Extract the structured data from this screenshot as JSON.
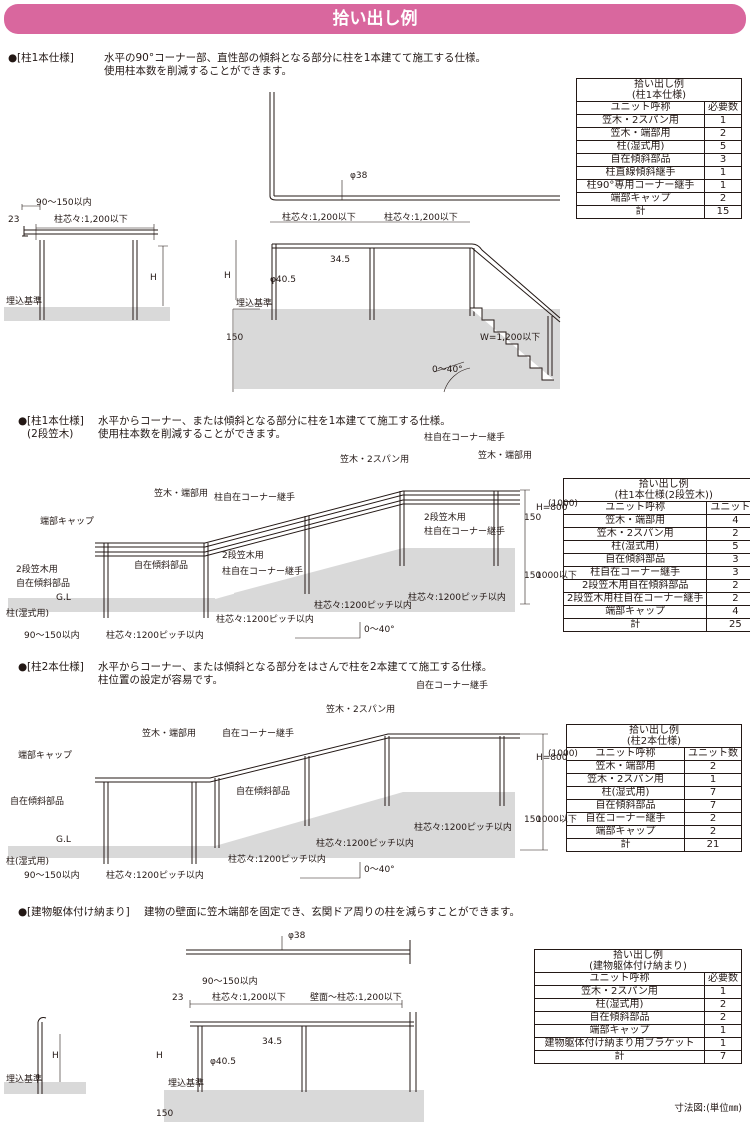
{
  "page_title": "拾い出し例",
  "sections": [
    {
      "tag": "[柱1本仕様]",
      "desc": [
        "水平の90°コーナー部、直性部の傾斜となる部分に柱を1本建てて施工する仕様。",
        "使用柱本数を削減することができます。"
      ],
      "table": {
        "title": [
          "拾い出し例",
          "(柱1本仕様)"
        ],
        "header": [
          "ユニット呼称",
          "必要数"
        ],
        "rows": [
          [
            "笠木・2スパン用",
            "1"
          ],
          [
            "笠木・端部用",
            "2"
          ],
          [
            "柱(湿式用)",
            "5"
          ],
          [
            "自在傾斜部品",
            "3"
          ],
          [
            "柱直線傾斜継手",
            "1"
          ],
          [
            "柱90°専用コーナー継手",
            "1"
          ],
          [
            "端部キャップ",
            "2"
          ]
        ],
        "total": [
          "計",
          "15"
        ]
      }
    },
    {
      "tag": "[柱1本仕様]",
      "tag2": "(2段笠木)",
      "desc": [
        "水平からコーナー、または傾斜となる部分に柱を1本建てて施工する仕様。",
        "使用柱本数を削減することができます。"
      ],
      "table": {
        "title": [
          "拾い出し例",
          "(柱1本仕様(2段笠木))"
        ],
        "header": [
          "ユニット呼称",
          "ユニット数"
        ],
        "rows": [
          [
            "笠木・端部用",
            "4"
          ],
          [
            "笠木・2スパン用",
            "2"
          ],
          [
            "柱(湿式用)",
            "5"
          ],
          [
            "自在傾斜部品",
            "3"
          ],
          [
            "柱自在コーナー継手",
            "3"
          ],
          [
            "2段笠木用自在傾斜部品",
            "2"
          ],
          [
            "2段笠木用柱自在コーナー継手",
            "2"
          ],
          [
            "端部キャップ",
            "4"
          ]
        ],
        "total": [
          "計",
          "25"
        ]
      }
    },
    {
      "tag": "[柱2本仕様]",
      "desc": [
        "水平からコーナー、または傾斜となる部分をはさんで柱を2本建てて施工する仕様。",
        "柱位置の設定が容易です。"
      ],
      "table": {
        "title": [
          "拾い出し例",
          "(柱2本仕様)"
        ],
        "header": [
          "ユニット呼称",
          "ユニット数"
        ],
        "rows": [
          [
            "笠木・端部用",
            "2"
          ],
          [
            "笠木・2スパン用",
            "1"
          ],
          [
            "柱(湿式用)",
            "7"
          ],
          [
            "自在傾斜部品",
            "7"
          ],
          [
            "自在コーナー継手",
            "2"
          ],
          [
            "端部キャップ",
            "2"
          ]
        ],
        "total": [
          "計",
          "21"
        ]
      }
    },
    {
      "tag": "[建物躯体付け納まり]",
      "desc": [
        "建物の壁面に笠木端部を固定でき、玄関ドア周りの柱を減らすことができます。"
      ],
      "table": {
        "title": [
          "拾い出し例",
          "(建物躯体付け納まり)"
        ],
        "header": [
          "ユニット呼称",
          "必要数"
        ],
        "rows": [
          [
            "笠木・2スパン用",
            "1"
          ],
          [
            "柱(湿式用)",
            "2"
          ],
          [
            "自在傾斜部品",
            "2"
          ],
          [
            "端部キャップ",
            "1"
          ],
          [
            "建物躯体付け納まり用ブラケット",
            "1"
          ]
        ],
        "total": [
          "計",
          "7"
        ]
      }
    }
  ],
  "labels": {
    "d1_range": "90〜150以内",
    "d1_23": "23",
    "d1_pitch": "柱芯々:1,200以下",
    "d1_h": "H",
    "d1_base": "埋込基準",
    "d1_phi38": "φ38",
    "d1_pitch_a": "柱芯々:1,200以下",
    "d1_pitch_b": "柱芯々:1,200以下",
    "d1_345": "34.5",
    "d1_phi405": "φ40.5",
    "d1_150": "150",
    "d1_angle": "0〜40°",
    "d1_w": "W=1,200以下",
    "d2_corner_top": "柱自在コーナー継手",
    "d2_kasagi2": "笠木・2スパン用",
    "d2_kasagi_end_r": "笠木・端部用",
    "d2_kasagi_end_l": "笠木・端部用",
    "d2_corner_mid": "柱自在コーナー継手",
    "d2_cap": "端部キャップ",
    "d2_2dan_r": "2段笠木用",
    "d2_corner_r": "柱自在コーナー継手",
    "d2_jizai": "自在傾斜部品",
    "d2_2dan_m": "2段笠木用",
    "d2_corner_m": "柱自在コーナー継手",
    "d2_2dan_l": "2段笠木用",
    "d2_2dan_l2": "自在傾斜部品",
    "d2_gl": "G.L",
    "d2_post": "柱(湿式用)",
    "d2_150a": "150",
    "d2_h800": "H=800",
    "d2_1000": "(1000)",
    "d2_150b": "150",
    "d2_1000b": "1000以下",
    "d2_range": "90〜150以内",
    "d2_pitch_h": "柱芯々:1200ピッチ以内",
    "d2_pitch_s1": "柱芯々:1200ピッチ以内",
    "d2_pitch_s2": "柱芯々:1200ピッチ以内",
    "d2_pitch_r": "柱芯々:1200ピッチ以内",
    "d2_angle": "0〜40°",
    "d3_corner_top": "自在コーナー継手",
    "d3_kasagi2": "笠木・2スパン用",
    "d3_kasagi_end": "笠木・端部用",
    "d3_corner_mid": "自在コーナー継手",
    "d3_cap": "端部キャップ",
    "d3_jizai_m": "自在傾斜部品",
    "d3_jizai_l": "自在傾斜部品",
    "d3_gl": "G.L",
    "d3_post": "柱(湿式用)",
    "d3_h800": "H=800",
    "d3_1000": "(1000)",
    "d3_150": "150",
    "d3_1000b": "1000以下",
    "d3_range": "90〜150以内",
    "d3_pitch_h": "柱芯々:1200ピッチ以内",
    "d3_pitch_s1": "柱芯々:1200ピッチ以内",
    "d3_pitch_s2": "柱芯々:1200ピッチ以内",
    "d3_pitch_r": "柱芯々:1200ピッチ以内",
    "d3_angle": "0〜40°",
    "d4_phi38": "φ38",
    "d4_range": "90〜150以内",
    "d4_23": "23",
    "d4_pitch": "柱芯々:1,200以下",
    "d4_wall": "壁面〜柱芯:1,200以下",
    "d4_345": "34.5",
    "d4_h_l": "H",
    "d4_h": "H",
    "d4_phi405": "φ40.5",
    "d4_base_l": "埋込基準",
    "d4_base": "埋込基準",
    "d4_150": "150"
  },
  "footer": "寸法図:(単位㎜)",
  "colors": {
    "accent": "#d9679e",
    "ground": "#d9d9d9",
    "line": "#231815"
  }
}
